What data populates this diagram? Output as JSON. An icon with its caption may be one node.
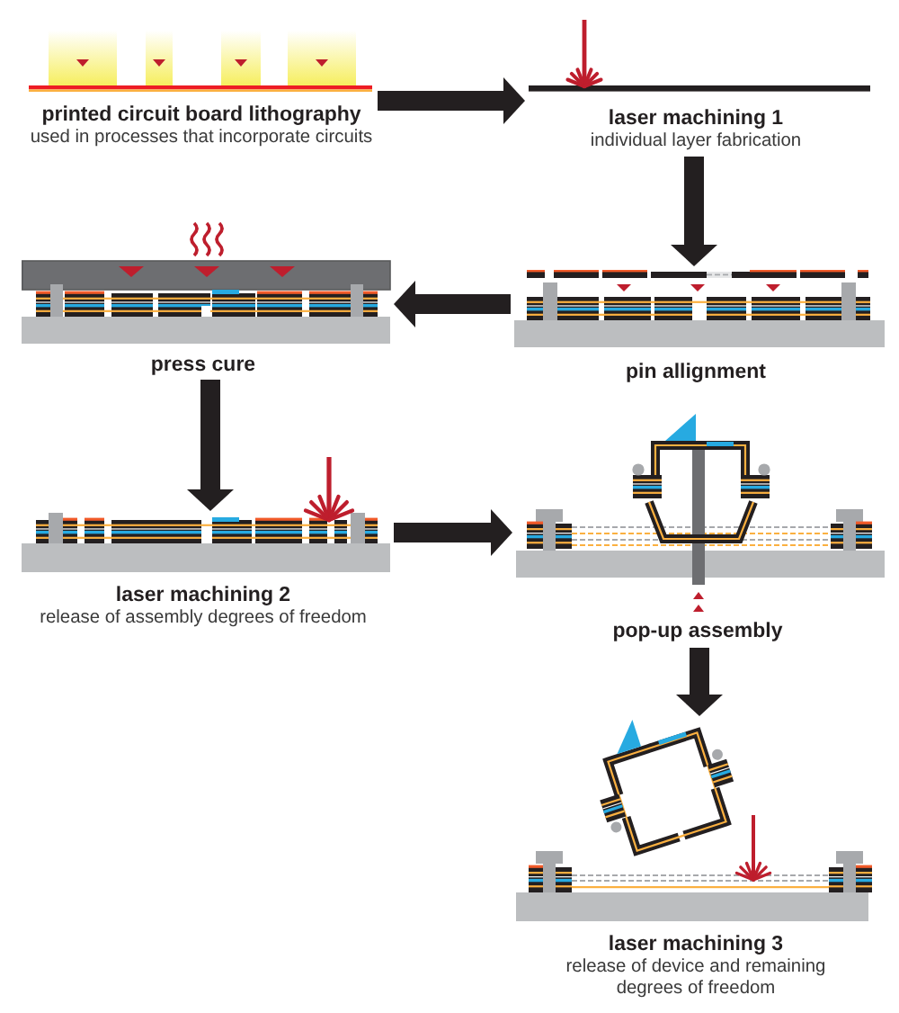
{
  "diagram": {
    "nodes": [
      {
        "text": [
          "printed circuit board lithography",
          "used in processes that incorporate circuits"
        ]
      },
      {
        "text": [
          "laser machining 1",
          "individual layer fabrication"
        ]
      },
      {
        "text": [
          "pin allignment"
        ]
      },
      {
        "text": [
          "press cure"
        ]
      },
      {
        "text": [
          "laser machining 2",
          "release of assembly degrees of freedom"
        ]
      },
      {
        "text": [
          "pop-up assembly"
        ]
      },
      {
        "text": [
          "laser machining 3",
          "release of device and remaining degrees of freedom"
        ]
      }
    ],
    "edges": [
      {
        "from": 0,
        "to": 1,
        "arrow": "to"
      },
      {
        "from": 1,
        "to": 2,
        "arrow": "to"
      },
      {
        "from": 2,
        "to": 3,
        "arrow": "to"
      },
      {
        "from": 3,
        "to": 4,
        "arrow": "to"
      },
      {
        "from": 4,
        "to": 5,
        "arrow": "to"
      },
      {
        "from": 5,
        "to": 6,
        "arrow": "to"
      }
    ]
  }
}
